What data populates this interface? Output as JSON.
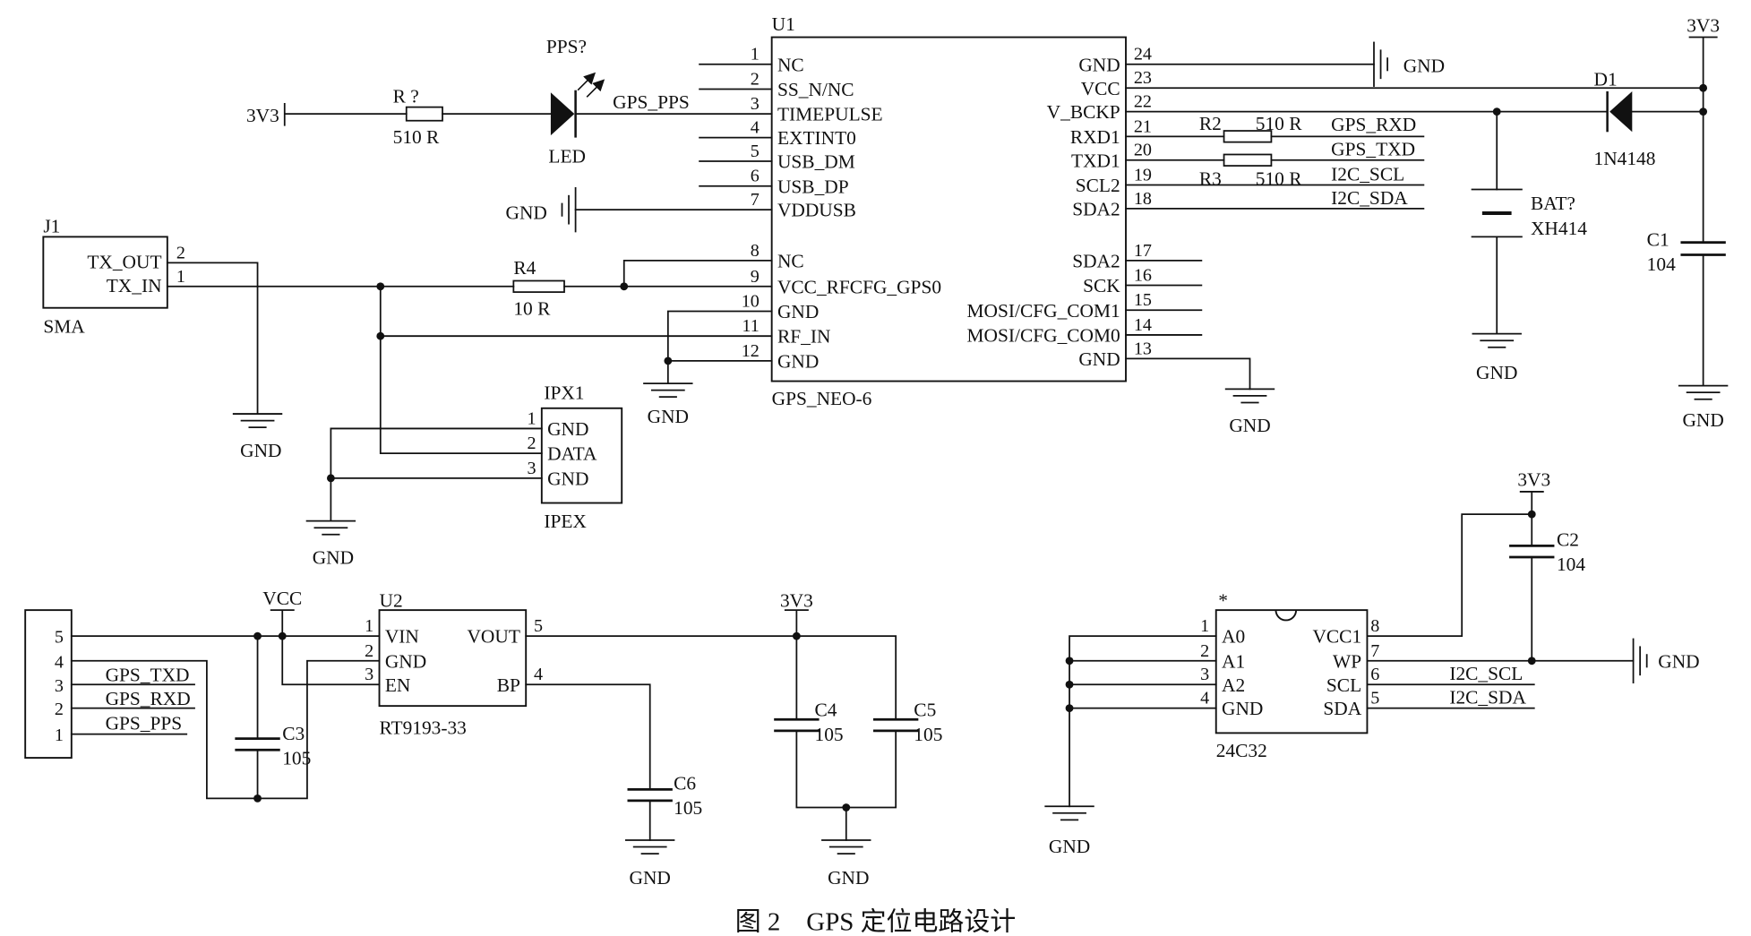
{
  "caption": "图 2　GPS 定位电路设计",
  "nets": {
    "gnd": "GND",
    "v3v3": "3V3",
    "vcc": "VCC",
    "gps_pps": "GPS_PPS",
    "gps_rxd": "GPS_RXD",
    "gps_txd": "GPS_TXD",
    "i2c_scl": "I2C_SCL",
    "i2c_sda": "I2C_SDA"
  },
  "u1": {
    "ref": "U1",
    "part": "GPS_NEO-6",
    "left_pins": [
      {
        "num": "1",
        "name": "NC"
      },
      {
        "num": "2",
        "name": "SS_N/NC"
      },
      {
        "num": "3",
        "name": "TIMEPULSE"
      },
      {
        "num": "4",
        "name": "EXTINT0"
      },
      {
        "num": "5",
        "name": "USB_DM"
      },
      {
        "num": "6",
        "name": "USB_DP"
      },
      {
        "num": "7",
        "name": "VDDUSB"
      },
      {
        "num": "8",
        "name": "NC"
      },
      {
        "num": "9",
        "name": "VCC_RFCFG_GPS0"
      },
      {
        "num": "10",
        "name": "GND"
      },
      {
        "num": "11",
        "name": "RF_IN"
      },
      {
        "num": "12",
        "name": "GND"
      }
    ],
    "right_pins": [
      {
        "num": "24",
        "name": "GND"
      },
      {
        "num": "23",
        "name": "VCC"
      },
      {
        "num": "22",
        "name": "V_BCKP"
      },
      {
        "num": "21",
        "name": "RXD1"
      },
      {
        "num": "20",
        "name": "TXD1"
      },
      {
        "num": "19",
        "name": "SCL2"
      },
      {
        "num": "18",
        "name": "SDA2"
      },
      {
        "num": "17",
        "name": "SDA2"
      },
      {
        "num": "16",
        "name": "SCK"
      },
      {
        "num": "15",
        "name": "MOSI/CFG_COM1"
      },
      {
        "num": "14",
        "name": "MOSI/CFG_COM0"
      },
      {
        "num": "13",
        "name": "GND"
      }
    ]
  },
  "u2": {
    "ref": "U2",
    "part": "RT9193-33",
    "left_pins": [
      {
        "num": "1",
        "name": "VIN"
      },
      {
        "num": "2",
        "name": "GND"
      },
      {
        "num": "3",
        "name": "EN"
      }
    ],
    "right_pins": [
      {
        "num": "5",
        "name": "VOUT"
      },
      {
        "num": "4",
        "name": "BP"
      }
    ]
  },
  "eeprom": {
    "marker": "*",
    "part": "24C32",
    "left_pins": [
      {
        "num": "1",
        "name": "A0"
      },
      {
        "num": "2",
        "name": "A1"
      },
      {
        "num": "3",
        "name": "A2"
      },
      {
        "num": "4",
        "name": "GND"
      }
    ],
    "right_pins": [
      {
        "num": "8",
        "name": "VCC1"
      },
      {
        "num": "7",
        "name": "WP"
      },
      {
        "num": "6",
        "name": "SCL"
      },
      {
        "num": "5",
        "name": "SDA"
      }
    ]
  },
  "j1": {
    "ref": "J1",
    "part": "SMA",
    "pins": [
      {
        "num": "2",
        "name": "TX_OUT"
      },
      {
        "num": "1",
        "name": "TX_IN"
      }
    ]
  },
  "ipx1": {
    "ref": "IPX1",
    "part": "IPEX",
    "pins": [
      {
        "num": "1",
        "name": "GND"
      },
      {
        "num": "2",
        "name": "DATA"
      },
      {
        "num": "3",
        "name": "GND"
      }
    ]
  },
  "header": {
    "pins": [
      "5",
      "4",
      "3",
      "2",
      "1"
    ]
  },
  "r_led": {
    "ref": "R ?",
    "value": "510 R"
  },
  "led": {
    "ref": "PPS?",
    "value": "LED"
  },
  "r2": {
    "ref": "R2",
    "value": "510 R"
  },
  "r3": {
    "ref": "R3",
    "value": "510 R"
  },
  "r4": {
    "ref": "R4",
    "value": "10 R"
  },
  "d1": {
    "ref": "D1",
    "value": "1N4148"
  },
  "bat": {
    "ref": "BAT?",
    "value": "XH414"
  },
  "c1": {
    "ref": "C1",
    "value": "104"
  },
  "c2": {
    "ref": "C2",
    "value": "104"
  },
  "c3": {
    "ref": "C3",
    "value": "105"
  },
  "c4": {
    "ref": "C4",
    "value": "105"
  },
  "c5": {
    "ref": "C5",
    "value": "105"
  },
  "c6": {
    "ref": "C6",
    "value": "105"
  }
}
